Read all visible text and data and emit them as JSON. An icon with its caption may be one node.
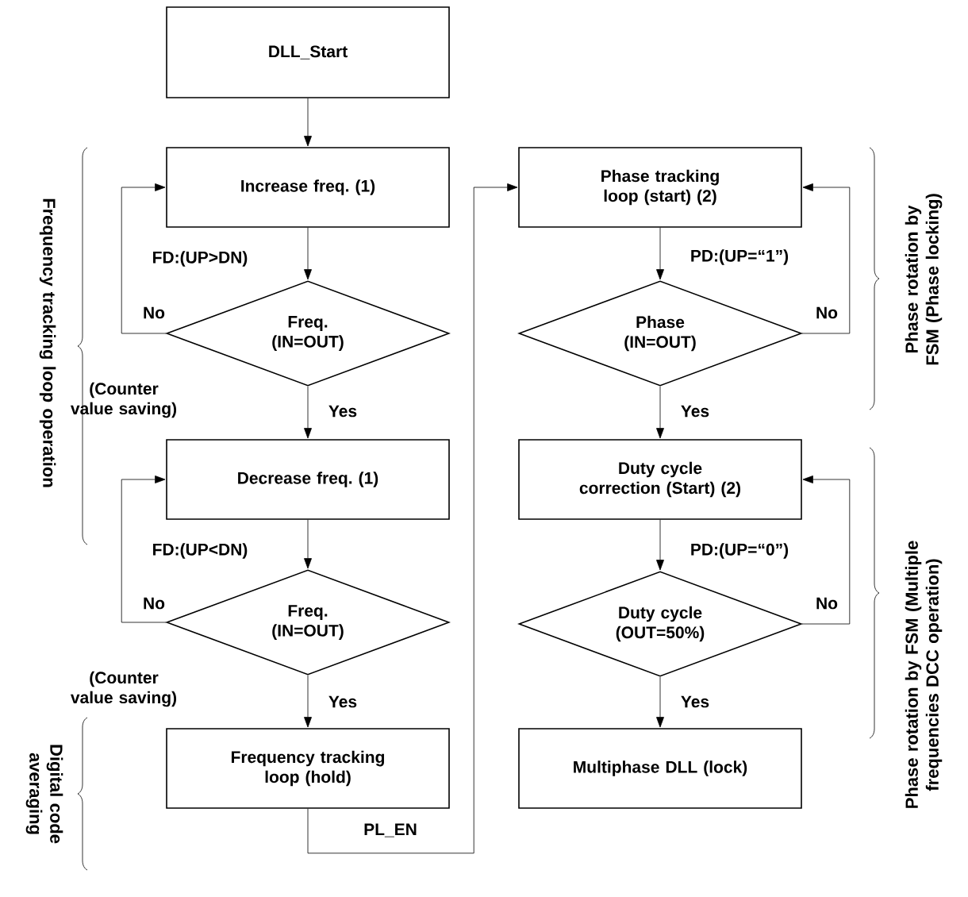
{
  "diagram": {
    "nodes": [
      {
        "text": [
          "DLL_Start"
        ]
      },
      {
        "text": [
          "Increase freq. (1)"
        ]
      },
      {
        "text": [
          "Freq. (IN=OUT)"
        ],
        "beside": [
          "(Counter value saving)"
        ]
      },
      {
        "text": [
          "Decrease freq. (1)"
        ]
      },
      {
        "text": [
          "Freq. (IN=OUT)"
        ],
        "beside": [
          "(Counter value saving)"
        ]
      },
      {
        "text": [
          "Frequency tracking loop (hold)"
        ]
      },
      {
        "text": [
          "Phase tracking loop (start)  (2)"
        ]
      },
      {
        "text": [
          "Phase (IN=OUT)"
        ]
      },
      {
        "text": [
          "Duty cycle correction (Start) (2)"
        ]
      },
      {
        "text": [
          "Duty cycle (OUT=50%)"
        ]
      },
      {
        "text": [
          "Multiphase DLL (lock)"
        ]
      }
    ],
    "edges": [
      {
        "from": 0,
        "to": 1,
        "arrow": "to"
      },
      {
        "from": 1,
        "to": 2,
        "arrow": "to",
        "label": "FD:(UP>DN)"
      },
      {
        "from": 2,
        "to": 1,
        "arrow": "to",
        "label": "No"
      },
      {
        "from": 2,
        "to": 3,
        "arrow": "to",
        "label": "Yes"
      },
      {
        "from": 3,
        "to": 4,
        "arrow": "to",
        "label": "FD:(UP<DN)"
      },
      {
        "from": 4,
        "to": 3,
        "arrow": "to",
        "label": "No"
      },
      {
        "from": 4,
        "to": 5,
        "arrow": "to",
        "label": "Yes"
      },
      {
        "from": 5,
        "to": 6,
        "arrow": "to",
        "label": "PL_EN"
      },
      {
        "from": 6,
        "to": 7,
        "arrow": "to",
        "label": "PD:(UP=“1”)"
      },
      {
        "from": 7,
        "to": 6,
        "arrow": "to",
        "label": "No"
      },
      {
        "from": 7,
        "to": 8,
        "arrow": "to",
        "label": "Yes"
      },
      {
        "from": 8,
        "to": 9,
        "arrow": "to",
        "label": "PD:(UP=“0”)"
      },
      {
        "from": 9,
        "to": 8,
        "arrow": "to",
        "label": "No"
      },
      {
        "from": 9,
        "to": 10,
        "arrow": "to",
        "label": "Yes"
      }
    ],
    "labels": [
      "Frequency tracking loop operation",
      "Digital code averaging",
      "Phase rotation by FSM (Phase locking)",
      "Phase rotation by FSM (Multiple frequencies DCC operation)"
    ]
  }
}
